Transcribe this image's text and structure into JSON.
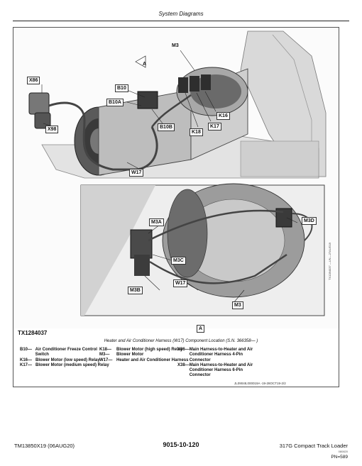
{
  "header": {
    "title": "System Diagrams"
  },
  "figure": {
    "id": "TX1284037",
    "side_code": "TX1284037 —UN—27AUG19",
    "caption": "Heater and Air Conditioner Harness (W17) Component Location (S.N. 366358— )",
    "callouts": {
      "M3_top": "M3",
      "A_top": "A",
      "X86": "X86",
      "B10": "B10",
      "B10A": "B10A",
      "X98": "X98",
      "K16": "K16",
      "K17": "K17",
      "K18": "K18",
      "B10B": "B10B",
      "W17_top": "W17",
      "M3D": "M3D",
      "M3A": "M3A",
      "M3C": "M3C",
      "M3B": "M3B",
      "W17_inset": "W17",
      "M3_inset": "M3",
      "A_inset": "A"
    }
  },
  "legend": {
    "col1": [
      {
        "code": "B10—",
        "desc": "Air Conditioner Freeze Control Switch"
      },
      {
        "code": "K16—",
        "desc": "Blower Motor (low speed) Relay"
      },
      {
        "code": "K17—",
        "desc": "Blower Motor (medium speed) Relay"
      }
    ],
    "col2": [
      {
        "code": "K18—",
        "desc": "Blower Motor (high speed) Relay"
      },
      {
        "code": "M3—",
        "desc": "Blower Motor"
      },
      {
        "code": "W17—",
        "desc": "Heater and Air Conditioner Harness"
      }
    ],
    "col3": [
      {
        "code": "X86—",
        "desc": "Main Harness-to-Heater and Air Conditioner Harness 4-Pin Connector"
      },
      {
        "code": "X38—",
        "desc": "Main Harness-to-Heater and Air Conditioner Harness 6-Pin Connector"
      }
    ]
  },
  "reference": "JL09048,000019A -19-28OCT19-2/2",
  "footer": {
    "left": "TM13850X19 (06AUG20)",
    "center": "9015-10-120",
    "right": "317G Compact Track Loader",
    "right_small": "080820",
    "page": "PN=589"
  }
}
